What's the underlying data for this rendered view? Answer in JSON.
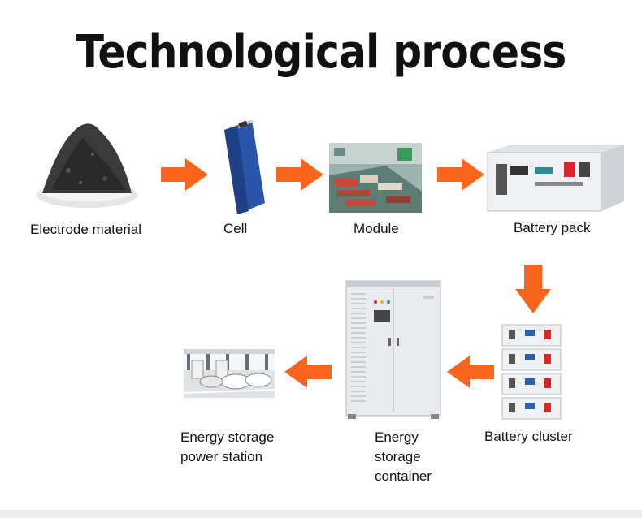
{
  "title": "Technological process",
  "steps": {
    "electrode": "Electrode material",
    "cell": "Cell",
    "module": "Module",
    "pack": "Battery pack",
    "cluster": "Battery cluster",
    "container_1": "Energy",
    "container_2": "storage",
    "container_3": "container",
    "station_1": "Energy storage",
    "station_2": "power station"
  },
  "colors": {
    "arrow": "#f7661c",
    "cell_blue": "#2b55a8",
    "cabinet": "#e9ebee"
  },
  "icons": [
    "powder-image",
    "cell-image",
    "module-image",
    "battery-pack-image",
    "battery-cluster-image",
    "container-image",
    "station-image",
    "arrow-right-icon",
    "arrow-down-icon",
    "arrow-left-icon"
  ]
}
